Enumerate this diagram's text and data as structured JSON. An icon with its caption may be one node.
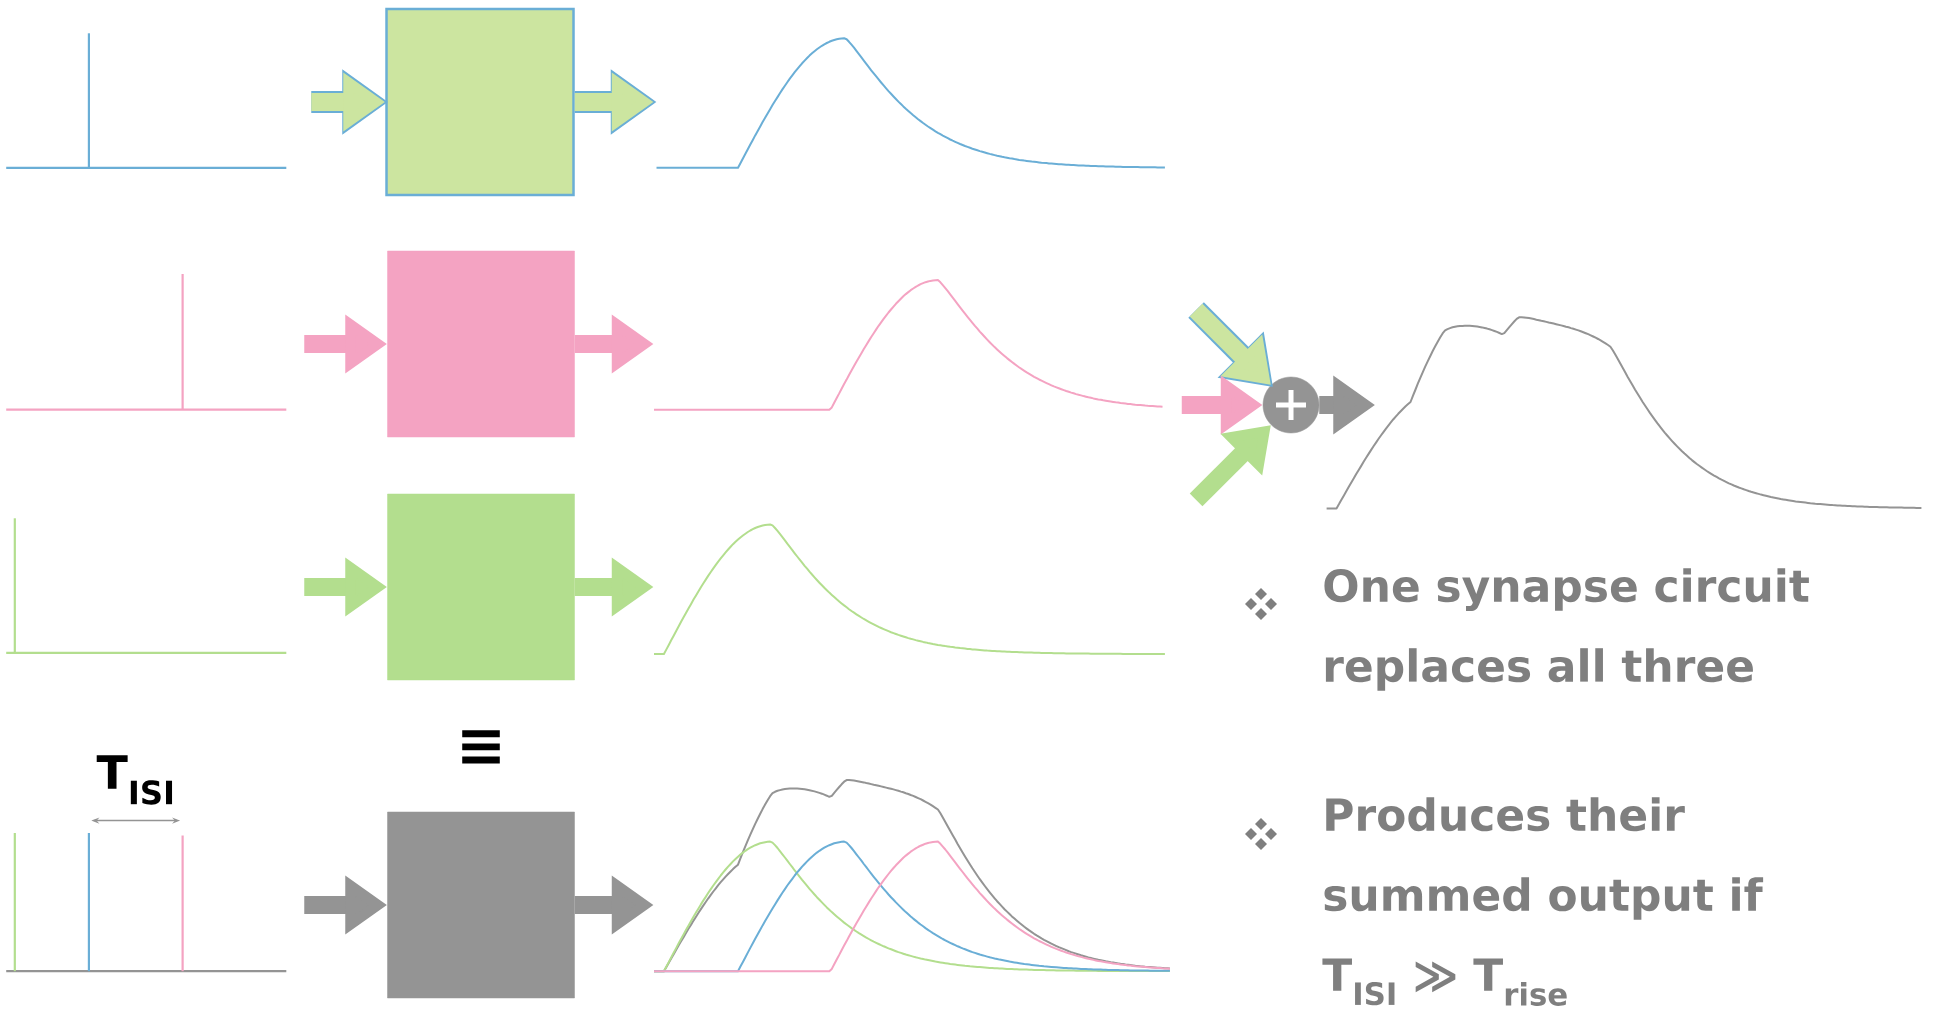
{
  "diagram": {
    "nodes": [
      {
        "text": [],
        "shape": "box"
      },
      {
        "text": [],
        "shape": "box"
      },
      {
        "text": [],
        "shape": "box"
      },
      {
        "text": [],
        "shape": "box"
      },
      {
        "text": [],
        "shape": "circle"
      }
    ],
    "edges": [
      {
        "from": null,
        "to": 0,
        "arrow": "to",
        "color": "#cce5a0"
      },
      {
        "from": 0,
        "to": null,
        "arrow": "to",
        "color": "#cce5a0"
      },
      {
        "from": null,
        "to": 1,
        "arrow": "to",
        "color": "#f4a3c2"
      },
      {
        "from": 1,
        "to": null,
        "arrow": "to",
        "color": "#f4a3c2"
      },
      {
        "from": null,
        "to": 2,
        "arrow": "to",
        "color": "#b3de8e"
      },
      {
        "from": 2,
        "to": null,
        "arrow": "to",
        "color": "#b3de8e"
      },
      {
        "from": null,
        "to": 3,
        "arrow": "to",
        "color": "#949494"
      },
      {
        "from": 3,
        "to": null,
        "arrow": "to",
        "color": "#949494"
      },
      {
        "from": null,
        "to": 4,
        "arrow": "to",
        "color": "#cce5a0"
      },
      {
        "from": null,
        "to": 4,
        "arrow": "to",
        "color": "#f4a3c2"
      },
      {
        "from": null,
        "to": 4,
        "arrow": "to",
        "color": "#b3de8e"
      },
      {
        "from": 4,
        "to": null,
        "arrow": "to",
        "color": "#949494"
      }
    ],
    "labels": [
      "T$_{ISI}$",
      "≡",
      "One synapse circuit replaces all three",
      "Produces their summed output if T$_{ISI}$ ≫ T$_{rise}$"
    ]
  }
}
